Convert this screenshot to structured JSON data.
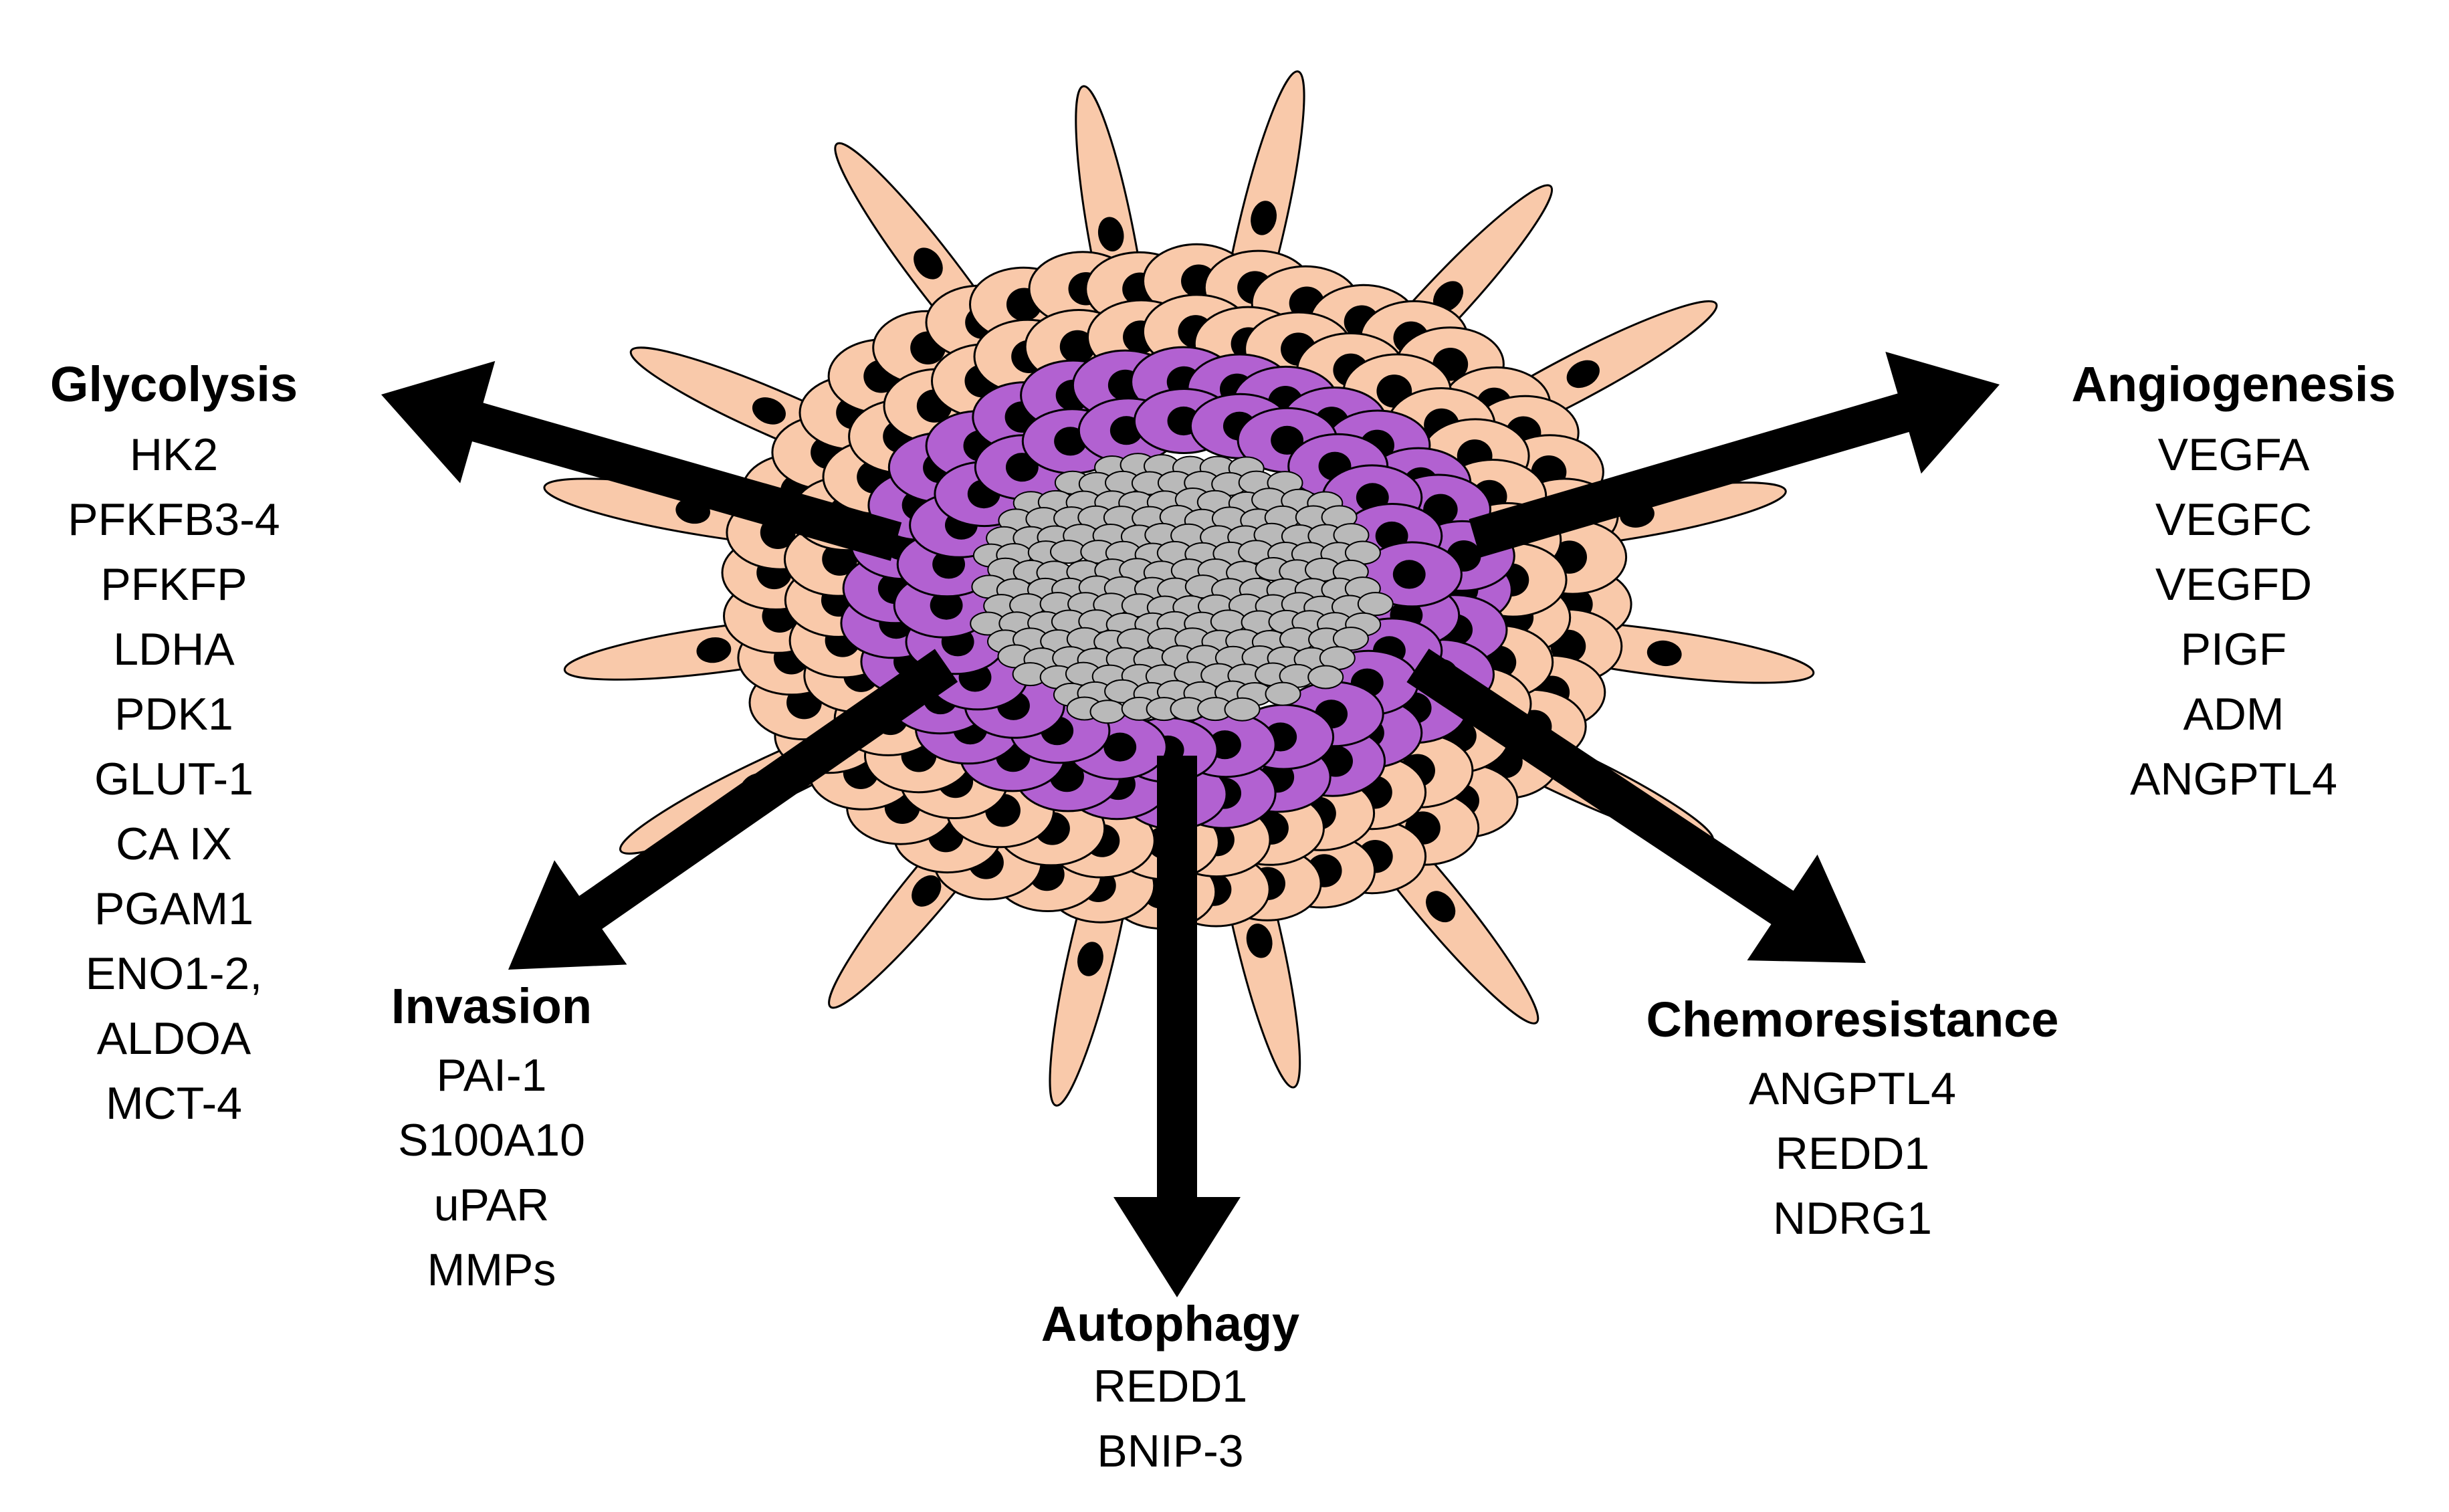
{
  "colors": {
    "outer_cell": "#f9c9aa",
    "hypoxic_cell": "#b261d1",
    "necrotic_cell": "#b9b9b9",
    "nucleus": "#000000",
    "arrow": "#000000",
    "outline": "#000000"
  },
  "pathways": {
    "glycolysis": {
      "title": "Glycolysis",
      "genes": [
        "HK2",
        "PFKFB3-4",
        "PFKFP",
        "LDHA",
        "PDK1",
        "GLUT-1",
        "CA IX",
        "PGAM1",
        "ENO1-2,",
        "ALDOA",
        "MCT-4"
      ]
    },
    "angiogenesis": {
      "title": "Angiogenesis",
      "genes": [
        "VEGFA",
        "VEGFC",
        "VEGFD",
        "PIGF",
        "ADM",
        "ANGPTL4"
      ]
    },
    "invasion": {
      "title": "Invasion",
      "genes": [
        "PAI-1",
        "S100A10",
        "uPAR",
        "MMPs"
      ]
    },
    "chemoresistance": {
      "title": "Chemoresistance",
      "genes": [
        "ANGPTL4",
        "REDD1",
        "NDRG1"
      ]
    },
    "autophagy": {
      "title": "Autophagy",
      "genes": [
        "REDD1",
        "BNIP-3"
      ]
    }
  }
}
